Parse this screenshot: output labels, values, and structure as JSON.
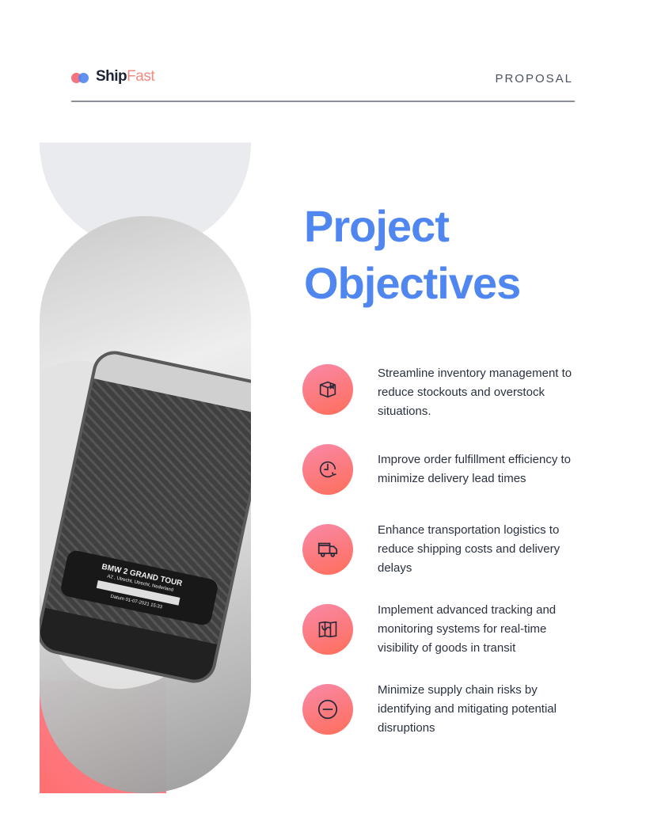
{
  "header": {
    "brand_part1": "Ship",
    "brand_part2": "Fast",
    "label": "PROPOSAL"
  },
  "title": {
    "line1": "Project",
    "line2": "Objectives"
  },
  "photo": {
    "card_title": "BMW 2 GRAND TOUR",
    "card_location": "A2 , Utrecht, Utrecht, Nederland",
    "card_date": "Datum 01-07-2021 15:33"
  },
  "objectives": [
    {
      "icon": "package-icon",
      "text": "Streamline inventory management to reduce stockouts and overstock situations."
    },
    {
      "icon": "clock-refresh-icon",
      "text": "Improve order fulfillment efficiency to minimize delivery lead times"
    },
    {
      "icon": "truck-icon",
      "text": "Enhance transportation logistics to reduce shipping costs and delivery delays"
    },
    {
      "icon": "map-route-icon",
      "text": "Implement advanced tracking and monitoring systems for real-time visibility of goods in transit"
    },
    {
      "icon": "minus-circle-icon",
      "text": "Minimize supply chain risks by identifying and mitigating potential disruptions"
    }
  ],
  "colors": {
    "accent": "#4f86ef",
    "brand_pink": "#f28b82",
    "icon_gradient_start": "#f889a8",
    "icon_gradient_end": "#ff6e5a"
  }
}
